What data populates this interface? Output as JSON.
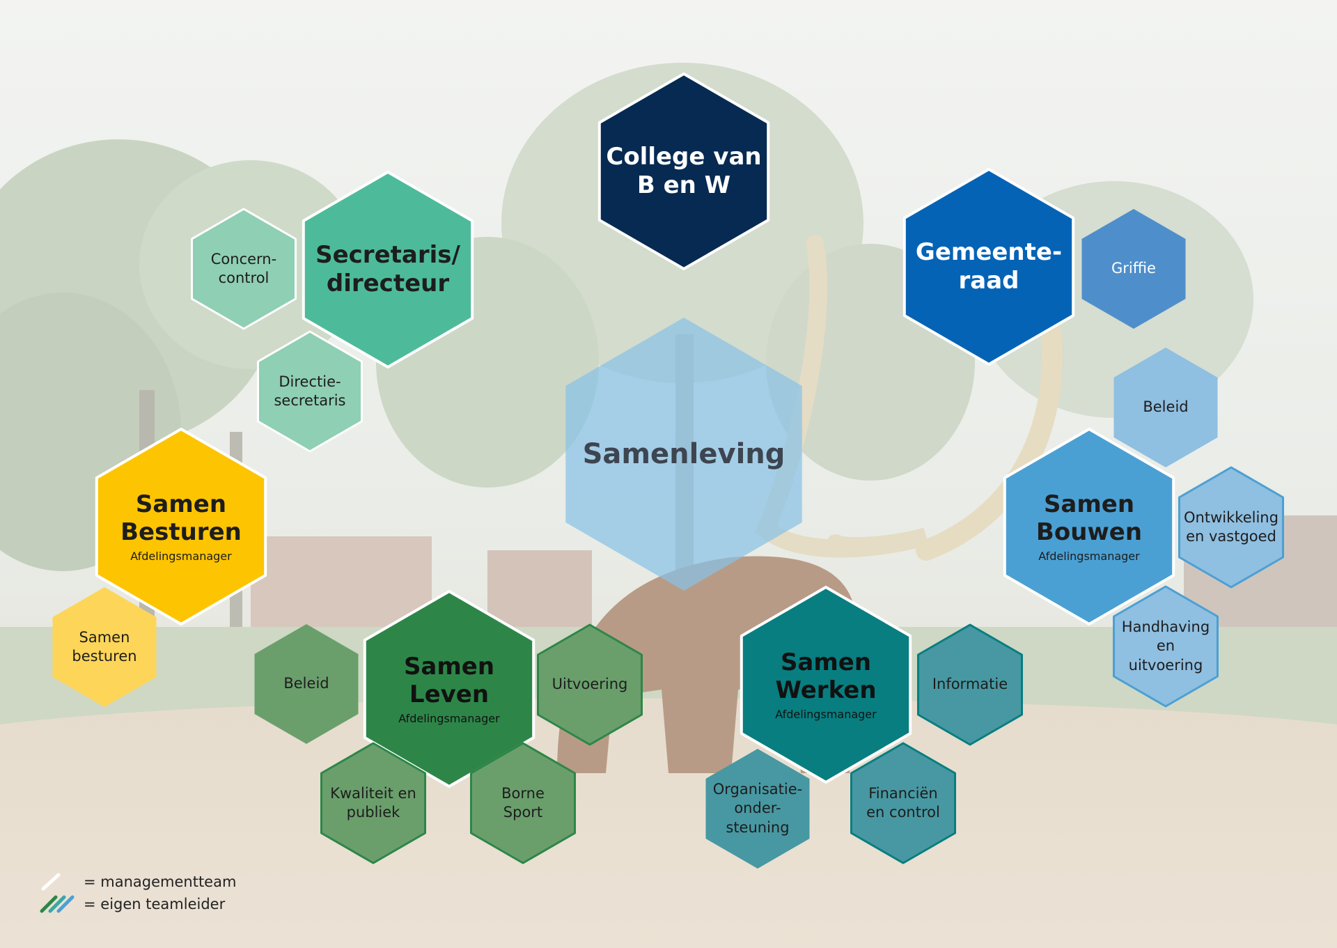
{
  "colors": {
    "navy": "#062a52",
    "royal_blue": "#0563b6",
    "sky_blue": "#4ba0d3",
    "light_blue": "#8fbfe1",
    "mid_blue": "#4e8fcb",
    "teal_green": "#4dbb9a",
    "mint": "#8fcfb4",
    "yellow": "#fdc402",
    "light_yellow": "#fdd559",
    "dark_green": "#2d8648",
    "sage_green": "#6a9f6c",
    "dark_teal": "#087e80",
    "muted_teal": "#4798a2",
    "center_blue": "#89c2e6"
  },
  "center": {
    "title": "Samenleving"
  },
  "college": {
    "title": "College van\nB en W"
  },
  "gemeenteraad": {
    "title": "Gemeente-\nraad"
  },
  "griffie": {
    "label": "Griffie"
  },
  "secretaris": {
    "title": "Secretaris/\ndirecteur"
  },
  "concern_control": {
    "label": "Concern-\ncontrol"
  },
  "directie_secretaris": {
    "label": "Directie-\nsecretaris"
  },
  "samen_besturen": {
    "title": "Samen\nBesturen",
    "subtitle": "Afdelingsmanager",
    "teams": [
      {
        "label": "Samen\nbesturen"
      }
    ]
  },
  "samen_leven": {
    "title": "Samen\nLeven",
    "subtitle": "Afdelingsmanager",
    "teams": [
      {
        "label": "Beleid"
      },
      {
        "label": "Uitvoering"
      },
      {
        "label": "Kwaliteit en\npubliek"
      },
      {
        "label": "Borne\nSport"
      }
    ]
  },
  "samen_werken": {
    "title": "Samen\nWerken",
    "subtitle": "Afdelingsmanager",
    "teams": [
      {
        "label": "Informatie"
      },
      {
        "label": "Organisatie-\nonder-\nsteuning"
      },
      {
        "label": "Financiën\nen control"
      }
    ]
  },
  "samen_bouwen": {
    "title": "Samen\nBouwen",
    "subtitle": "Afdelingsmanager",
    "teams": [
      {
        "label": "Beleid"
      },
      {
        "label": "Ontwikkeling\nen vastgoed"
      },
      {
        "label": "Handhaving\nen uitvoering"
      }
    ]
  },
  "legend": {
    "management": "= managementteam",
    "teamleider": "= eigen teamleider"
  }
}
